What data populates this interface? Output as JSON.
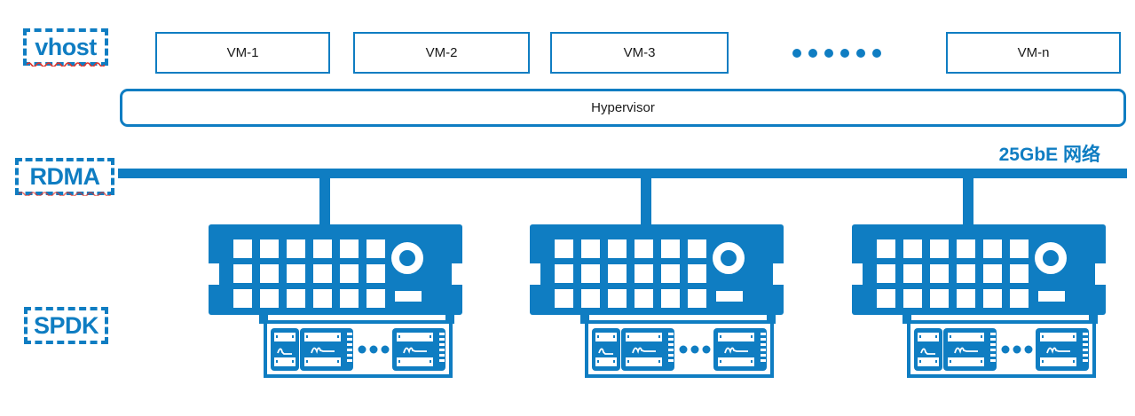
{
  "diagram": {
    "vhost_label": "vhost",
    "rdma_label": "RDMA",
    "spdk_label": "SPDK",
    "hypervisor_label": "Hypervisor",
    "network_label": "25GbE 网络",
    "vms": [
      {
        "label": "VM-1"
      },
      {
        "label": "VM-2"
      },
      {
        "label": "VM-3"
      },
      {
        "label": "VM-n"
      }
    ],
    "vm_ellipsis": {
      "count": 6
    },
    "servers": [
      {
        "name": "server-node-1"
      },
      {
        "name": "server-node-2"
      },
      {
        "name": "server-node-3"
      }
    ],
    "ssd_ellipsis": {
      "count": 3
    },
    "colors": {
      "accent": "#0f7dc2",
      "text": "#1a1a1a",
      "spellcheck_red": "#e0342b",
      "background": "#ffffff"
    }
  }
}
